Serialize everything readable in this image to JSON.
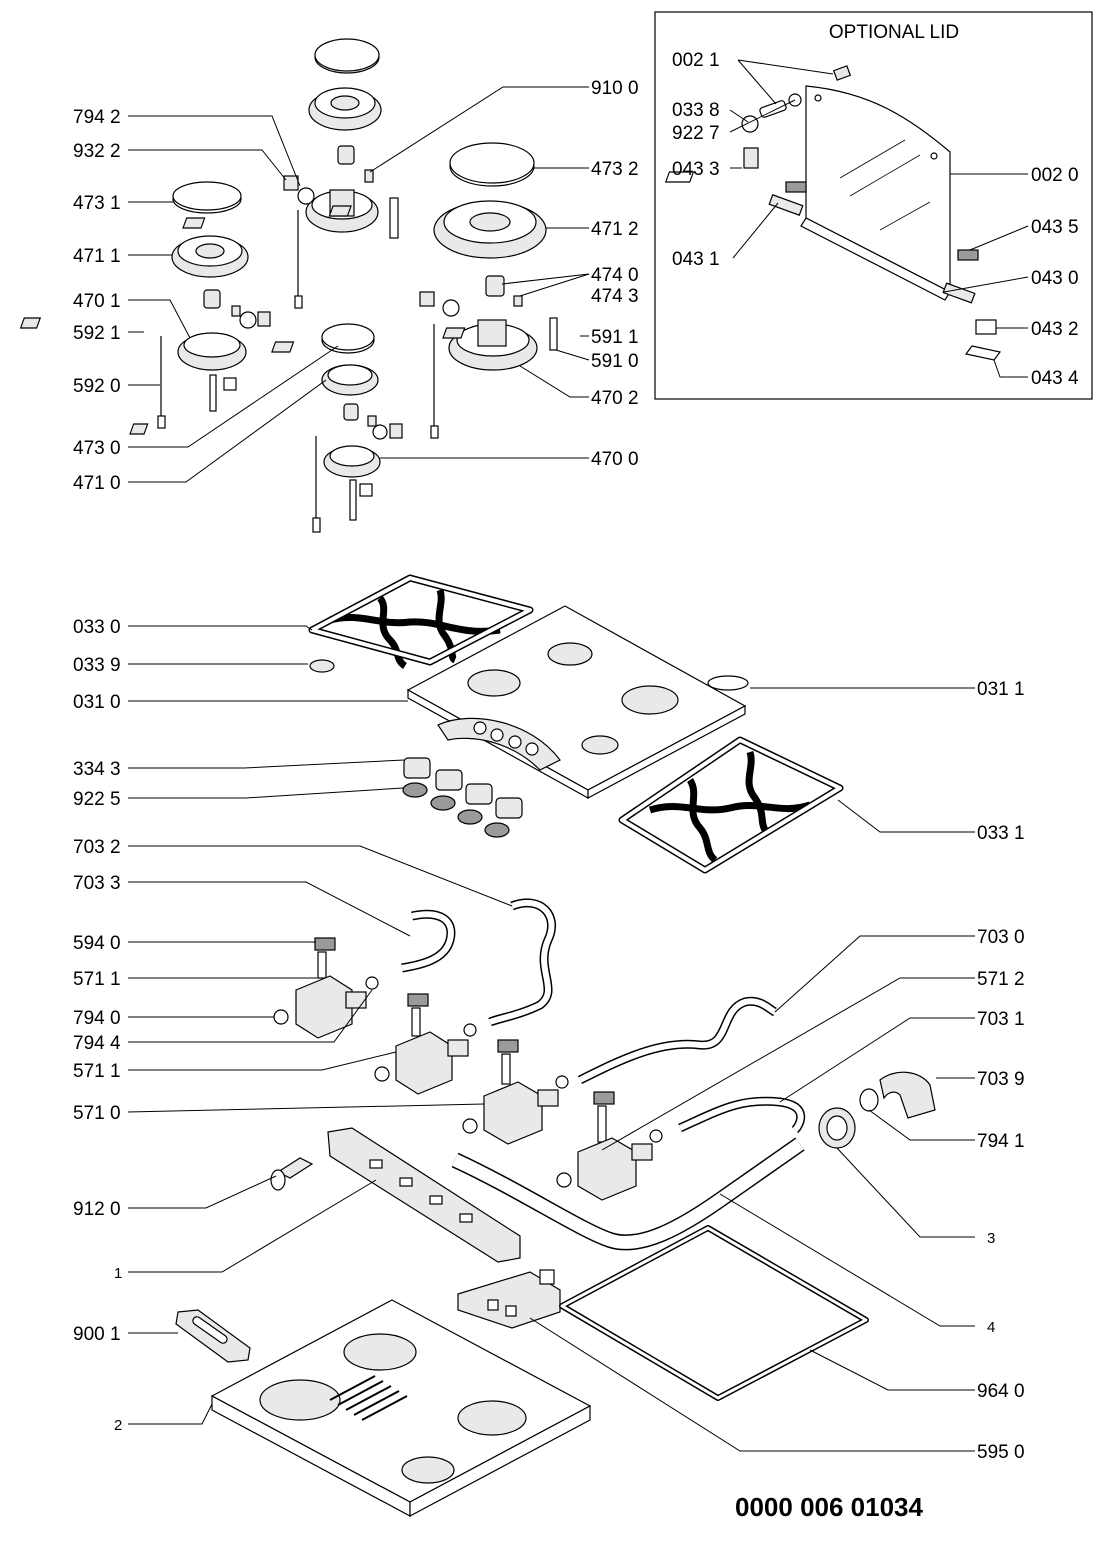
{
  "optional_lid": {
    "title": "OPTIONAL LID",
    "labels": [
      "002 1",
      "033 8",
      "922 7",
      "043 3",
      "043 1",
      "002 0",
      "043 5",
      "043 0",
      "043 2",
      "043 4"
    ]
  },
  "burners": {
    "labels": [
      "794 2",
      "932 2",
      "473 1",
      "471 1",
      "470 1",
      "592 1",
      "592 0",
      "473 0",
      "471 0",
      "910 0",
      "473 2",
      "471 2",
      "474 0",
      "474 3",
      "591 1",
      "591 0",
      "470 2",
      "470 0"
    ]
  },
  "hob": {
    "labels": [
      "033 0",
      "033 9",
      "031 0",
      "334 3",
      "922 5",
      "031 1",
      "033 1"
    ]
  },
  "valves": {
    "labels": [
      "703 2",
      "703 3",
      "594 0",
      "571 1",
      "794 0",
      "794 4",
      "571 1",
      "571 0",
      "703 0",
      "571 2",
      "703 1",
      "703 9",
      "794 1"
    ]
  },
  "base": {
    "labels": [
      "912 0",
      "1",
      "900 1",
      "2",
      "3",
      "4",
      "964 0",
      "595 0"
    ]
  },
  "reference_code": "0000 006 01034"
}
